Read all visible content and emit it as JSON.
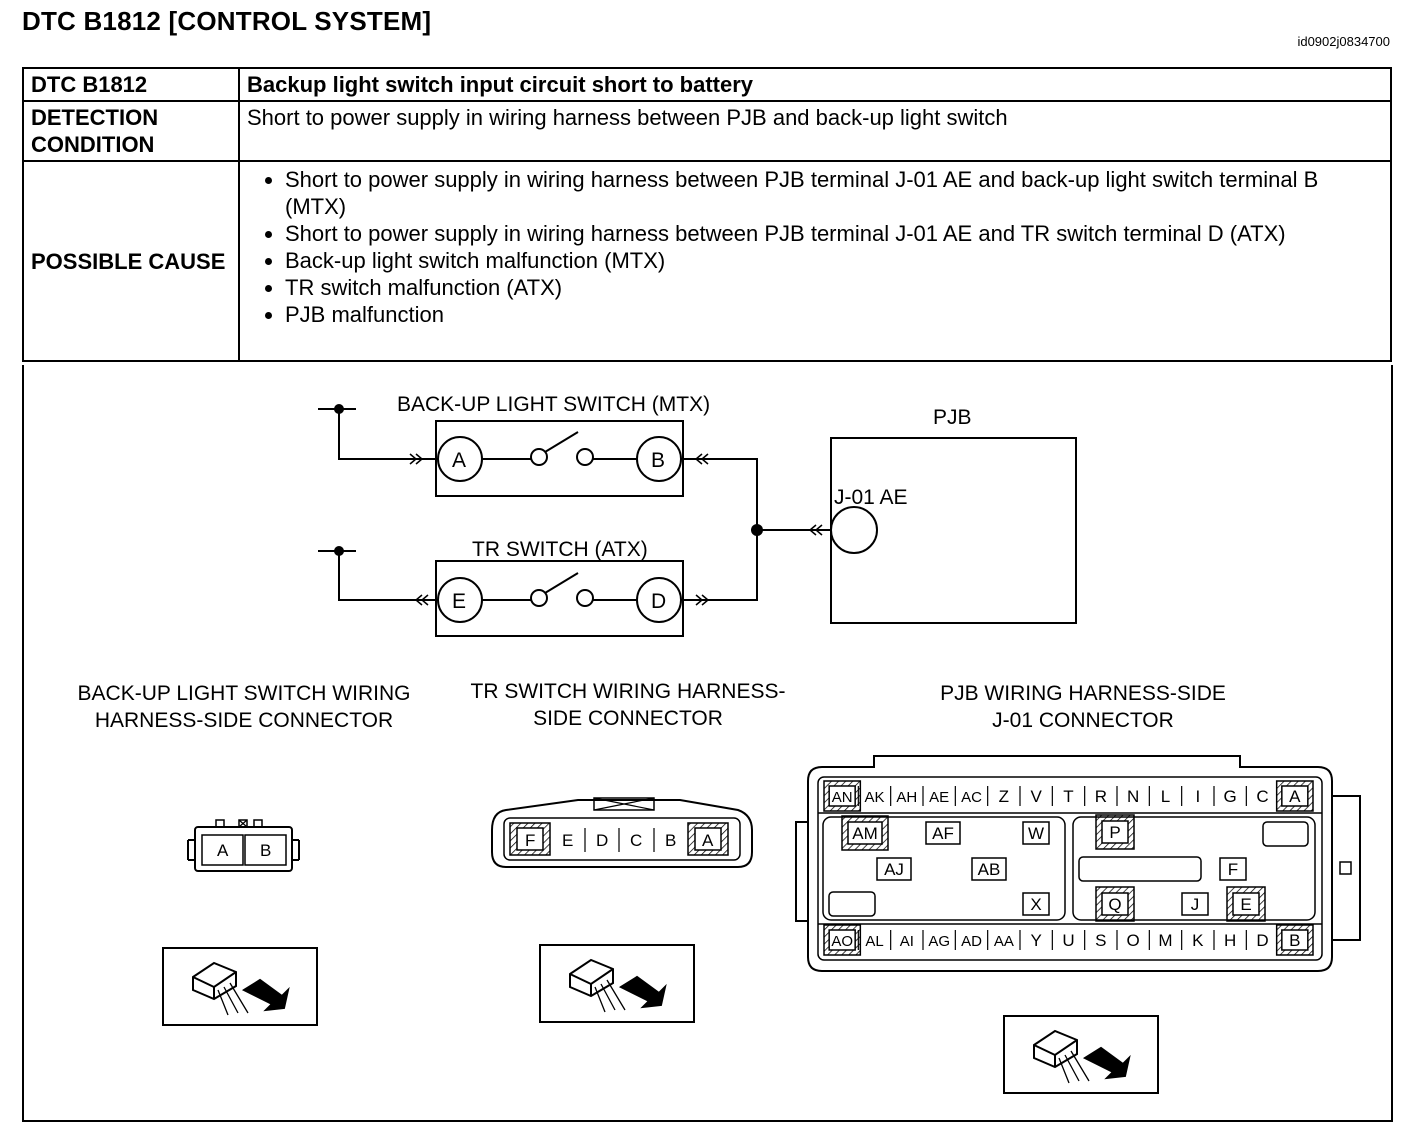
{
  "page": {
    "title": "DTC B1812 [CONTROL SYSTEM]",
    "doc_id": "id0902j0834700"
  },
  "table": {
    "rows": [
      {
        "header": "DTC B1812",
        "value": "Backup light switch input circuit short to battery"
      },
      {
        "header": "DETECTION CONDITION",
        "value": "Short to power supply in wiring harness between PJB and back-up light switch"
      },
      {
        "header": "POSSIBLE CAUSE",
        "bullets": [
          "Short to power supply in wiring harness between PJB terminal J-01 AE and back-up light switch terminal B (MTX)",
          "Short to power supply in wiring harness between PJB terminal J-01 AE and TR switch terminal D (ATX)",
          "Back-up light switch malfunction (MTX)",
          "TR switch malfunction (ATX)",
          "PJB malfunction"
        ]
      }
    ]
  },
  "diagram": {
    "backup_switch_label": "BACK-UP LIGHT SWITCH (MTX)",
    "backup_switch_terminals": [
      "A",
      "B"
    ],
    "tr_switch_label": "TR SWITCH (ATX)",
    "tr_switch_terminals": [
      "E",
      "D"
    ],
    "pjb_label": "PJB",
    "pjb_terminal": "J-01 AE",
    "connectors": {
      "backup_title_1": "BACK-UP LIGHT SWITCH WIRING",
      "backup_title_2": "HARNESS-SIDE CONNECTOR",
      "backup_pins": [
        "A",
        "B"
      ],
      "tr_title_1": "TR SWITCH WIRING HARNESS-",
      "tr_title_2": "SIDE CONNECTOR",
      "tr_pins": [
        "F",
        "E",
        "D",
        "C",
        "B",
        "A"
      ],
      "pjb_title_1": "PJB WIRING HARNESS-SIDE",
      "pjb_title_2": "J-01 CONNECTOR",
      "pjb_top_row": [
        "AN",
        "AK",
        "AH",
        "AE",
        "AC",
        "Z",
        "V",
        "T",
        "R",
        "N",
        "L",
        "I",
        "G",
        "C",
        "A"
      ],
      "pjb_bottom_row": [
        "AO",
        "AL",
        "AI",
        "AG",
        "AD",
        "AA",
        "Y",
        "U",
        "S",
        "O",
        "M",
        "K",
        "H",
        "D",
        "B"
      ],
      "pjb_middle_pins": [
        "AM",
        "AF",
        "W",
        "P",
        "AJ",
        "AB",
        "F",
        "X",
        "Q",
        "J",
        "E"
      ]
    }
  }
}
